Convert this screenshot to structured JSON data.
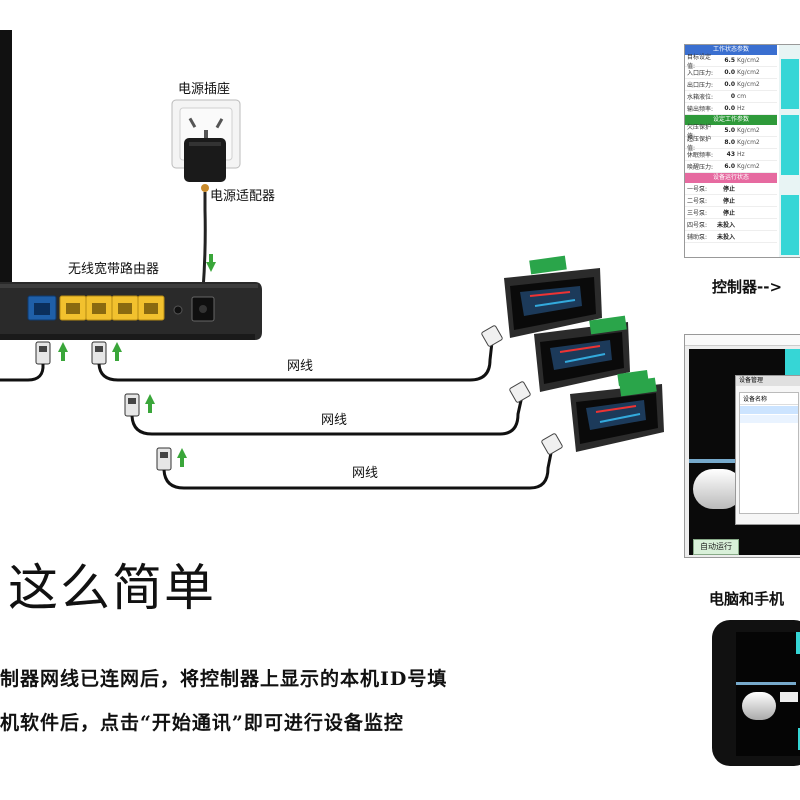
{
  "labels": {
    "socket": "电源插座",
    "adapter": "电源适配器",
    "router": "无线宽带路由器",
    "cable1": "网线",
    "cable2": "网线",
    "cable3": "网线"
  },
  "headline": "这么简单",
  "paragraph": {
    "line1": "制器网线已连网后，将控制器上显示的本机ID号填",
    "line2": "机软件后，点击“开始通讯”即可进行设备监控"
  },
  "captions": {
    "controller": "控制器-->",
    "pc_phone": "电脑和手机"
  },
  "panel_top": {
    "section1": "工作状态参数",
    "rows1": [
      {
        "k": "目标设定值:",
        "v": "6.5",
        "u": "Kg/cm2"
      },
      {
        "k": "入口压力:",
        "v": "0.0",
        "u": "Kg/cm2"
      },
      {
        "k": "出口压力:",
        "v": "0.0",
        "u": "Kg/cm2"
      },
      {
        "k": "水箱液位:",
        "v": "0",
        "u": "cm"
      },
      {
        "k": "输出频率:",
        "v": "0.0",
        "u": "Hz"
      }
    ],
    "section2": "设定工作参数",
    "rows2": [
      {
        "k": "欠压保护值:",
        "v": "5.0",
        "u": "Kg/cm2"
      },
      {
        "k": "超压保护值:",
        "v": "8.0",
        "u": "Kg/cm2"
      },
      {
        "k": "休眠频率:",
        "v": "43",
        "u": "Hz"
      },
      {
        "k": "唤醒压力:",
        "v": "6.0",
        "u": "Kg/cm2"
      }
    ],
    "section3": "设备运行状态",
    "rows3": [
      {
        "k": "一号泵:",
        "v": "停止"
      },
      {
        "k": "二号泵:",
        "v": "停止"
      },
      {
        "k": "三号泵:",
        "v": "停止"
      },
      {
        "k": "四号泵:",
        "v": "未投入"
      },
      {
        "k": "辅助泵:",
        "v": "未投入"
      }
    ]
  },
  "panel_mid": {
    "dialog_title": "设备管理",
    "list_header": "设备名称",
    "auto_btn": "自动运行"
  },
  "colors": {
    "port_blue": "#1f5fa8",
    "port_yellow": "#f2c12e",
    "arrow_green": "#3aa63a",
    "panel_header_blue": "#3a6fd0",
    "panel_header_green": "#2e9a3a",
    "panel_header_pink": "#e66aa0",
    "cyan": "#36d6d6"
  }
}
